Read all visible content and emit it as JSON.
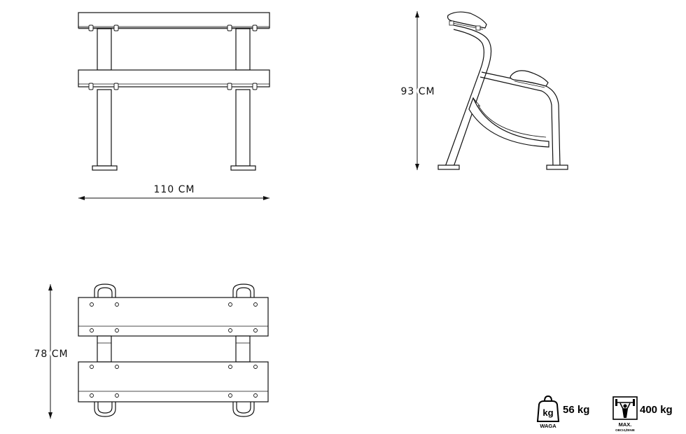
{
  "dimensions": {
    "width_label": "110 CM",
    "height_label": "93 CM",
    "depth_label": "78 CM"
  },
  "specs": {
    "weight": {
      "icon": "weight-bag-icon",
      "icon_text": "kg",
      "value": "56 kg",
      "caption": "WAGA"
    },
    "max_load": {
      "icon": "weightlifter-icon",
      "value": "400 kg",
      "caption": "MAX.",
      "subcaption": "OBCIĄŻENIE"
    }
  }
}
